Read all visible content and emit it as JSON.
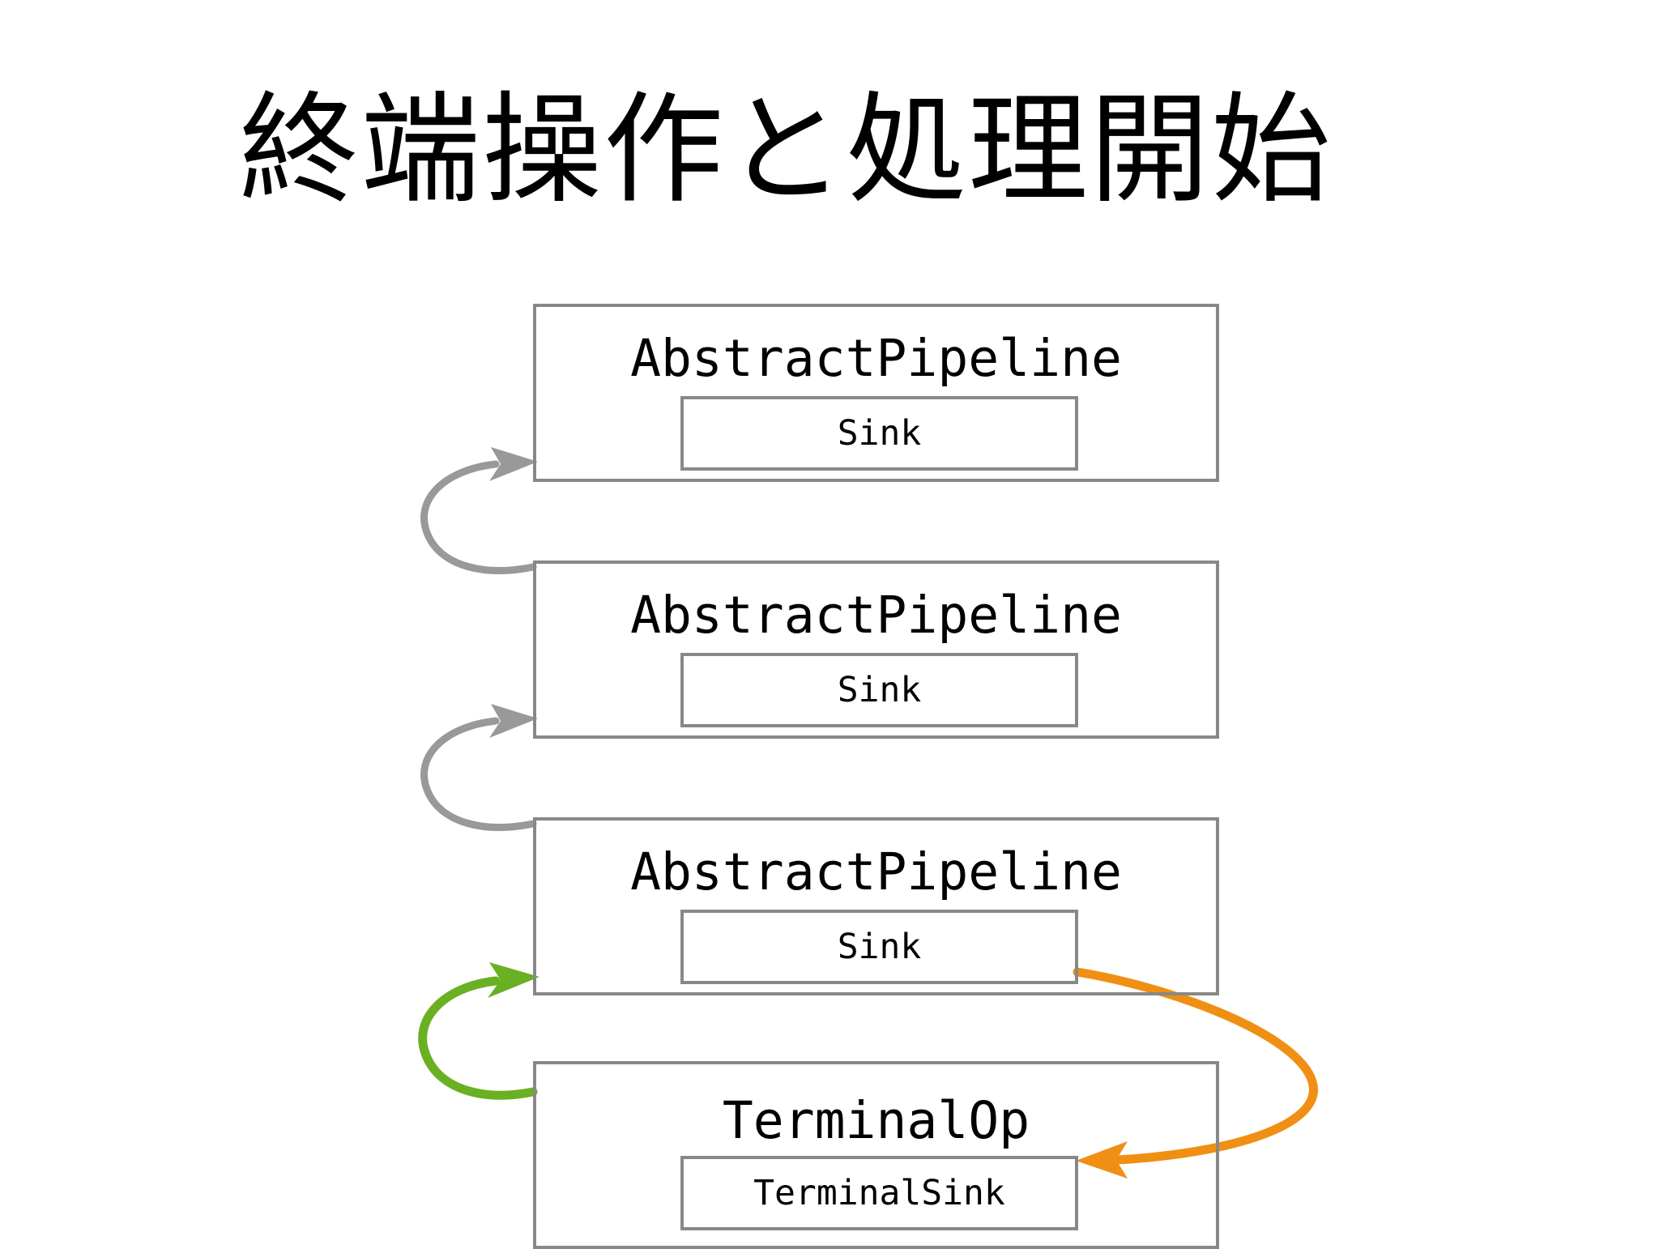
{
  "slide": {
    "title": "終端操作と処理開始",
    "background_color": "#ffffff"
  },
  "colors": {
    "box_border": "#888888",
    "text": "#000000",
    "arrow_gray": "#999999",
    "arrow_green": "#6ab023",
    "arrow_orange": "#ef9014"
  },
  "nodes": [
    {
      "title": "AbstractPipeline",
      "sub": "Sink"
    },
    {
      "title": "AbstractPipeline",
      "sub": "Sink"
    },
    {
      "title": "AbstractPipeline",
      "sub": "Sink"
    },
    {
      "title": "TerminalOp",
      "sub": "TerminalSink"
    }
  ],
  "arrows": [
    {
      "name": "pipeline2-to-pipeline1",
      "color": "#999999"
    },
    {
      "name": "pipeline3-to-pipeline2",
      "color": "#999999"
    },
    {
      "name": "terminalop-to-pipeline3",
      "color": "#6ab023"
    },
    {
      "name": "pipeline3-sink-to-terminalsink",
      "color": "#ef9014"
    }
  ]
}
